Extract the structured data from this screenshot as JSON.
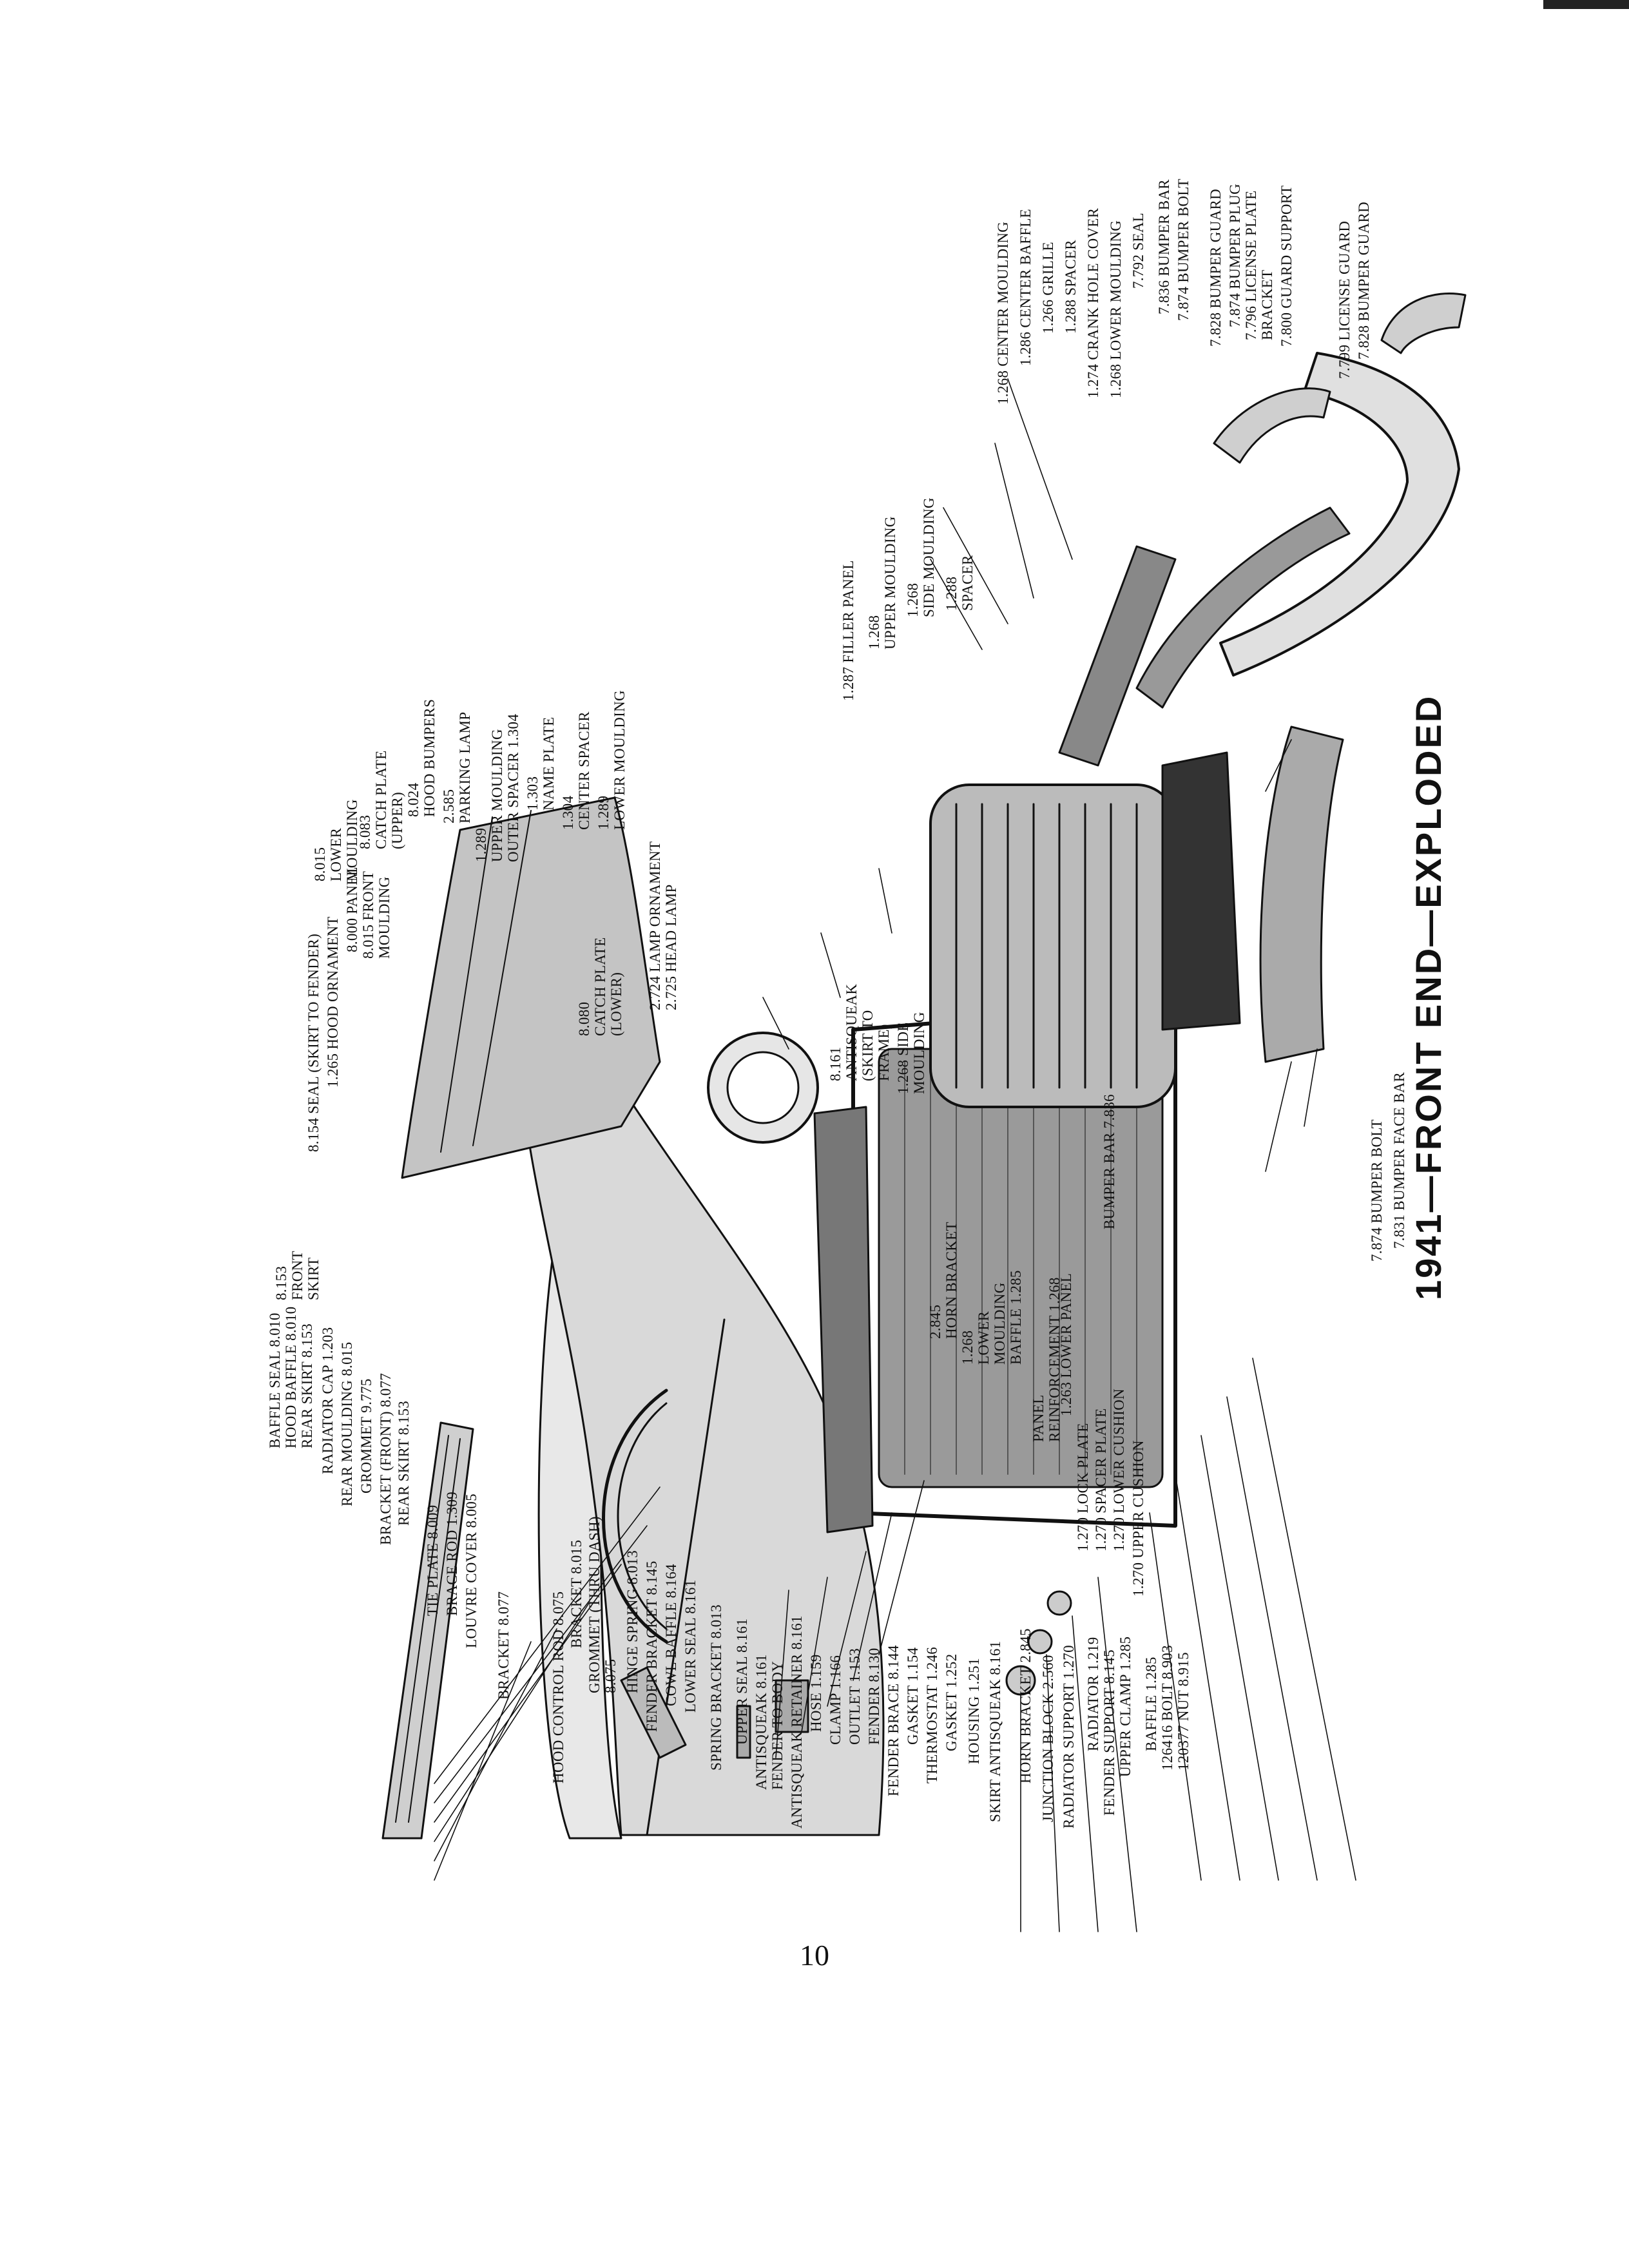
{
  "title": "1941—FRONT END—EXPLODED",
  "page_number": "10",
  "labels": [
    {
      "text": "BAFFLE SEAL 8.010"
    },
    {
      "text": "HOOD BAFFLE 8.010"
    },
    {
      "text": "REAR SKIRT 8.153"
    },
    {
      "text": "RADIATOR CAP 1.203"
    },
    {
      "text": "REAR MOULDING 8.015"
    },
    {
      "text": "GROMMET 9.775"
    },
    {
      "text": "BRACKET (FRONT) 8.077"
    },
    {
      "text": "REAR SKIRT 8.153"
    },
    {
      "text": "TIE PLATE 8.009"
    },
    {
      "text": "BRACE ROD 1.309"
    },
    {
      "text": "LOUVRE COVER 8.005"
    },
    {
      "text": "BRACKET 8.077"
    },
    {
      "text": "HOOD CONTROL ROD 8.075"
    },
    {
      "text": "BRACKET 8.015"
    },
    {
      "text": "GROMMET (THRU DASH)"
    },
    {
      "text": "8.075"
    },
    {
      "text": "HINGE SPRING 8.013"
    },
    {
      "text": "FENDER BRACKET 8.145"
    },
    {
      "text": "COWL BAFFLE 8.164"
    },
    {
      "text": "LOWER SEAL 8.161"
    },
    {
      "text": "SPRING BRACKET 8.013"
    },
    {
      "text": "UPPER SEAL 8.161"
    },
    {
      "text": "ANTISQUEAK 8.161"
    },
    {
      "text": "FENDER TO BODY"
    },
    {
      "text": "ANTISQUEAK RETAINER 8.161"
    },
    {
      "text": "HOSE 1.159"
    },
    {
      "text": "CLAMP 1.166"
    },
    {
      "text": "OUTLET 1.153"
    },
    {
      "text": "FENDER 8.130"
    },
    {
      "text": "FENDER BRACE 8.144"
    },
    {
      "text": "GASKET 1.154"
    },
    {
      "text": "THERMOSTAT 1.246"
    },
    {
      "text": "GASKET 1.252"
    },
    {
      "text": "HOUSING 1.251"
    },
    {
      "text": "SKIRT ANTISQUEAK 8.161"
    },
    {
      "text": "HORN BRACKET 2.845"
    },
    {
      "text": "JUNCTION BLOCK 2.560"
    },
    {
      "text": "RADIATOR SUPPORT 1.270"
    },
    {
      "text": "RADIATOR 1.219"
    },
    {
      "text": "FENDER SUPPORT 8.145"
    },
    {
      "text": "UPPER CLAMP 1.285"
    },
    {
      "text": "BAFFLE 1.285"
    },
    {
      "text": "126416 BOLT 8.903"
    },
    {
      "text": "120377 NUT 8.915"
    },
    {
      "text": "1.270 UPPER CUSHION"
    },
    {
      "text": "1.270 LOWER CUSHION"
    },
    {
      "text": "1.270 SPACER PLATE"
    },
    {
      "text": "1.270 LOCK PLATE"
    },
    {
      "text": "PANEL"
    },
    {
      "text": "REINFORCEMENT 1.268"
    },
    {
      "text": "BAFFLE 1.285"
    },
    {
      "text": "1.268"
    },
    {
      "text": "LOWER"
    },
    {
      "text": "MOULDING"
    },
    {
      "text": "2.845"
    },
    {
      "text": "HORN BRACKET"
    },
    {
      "text": "1.263 LOWER PANEL"
    },
    {
      "text": "BUMPER BAR 7.836"
    },
    {
      "text": "7.874 BUMPER BOLT"
    },
    {
      "text": "7.831 BUMPER FACE BAR"
    },
    {
      "text": "8.153"
    },
    {
      "text": "FRONT"
    },
    {
      "text": "SKIRT"
    },
    {
      "text": "8.154 SEAL (SKIRT TO FENDER)"
    },
    {
      "text": "1.265 HOOD ORNAMENT"
    },
    {
      "text": "8.000 PANEL"
    },
    {
      "text": "8.015 FRONT"
    },
    {
      "text": "MOULDING"
    },
    {
      "text": "8.015"
    },
    {
      "text": "LOWER"
    },
    {
      "text": "MOULDING"
    },
    {
      "text": "8.083"
    },
    {
      "text": "CATCH PLATE"
    },
    {
      "text": "(UPPER)"
    },
    {
      "text": "8.024"
    },
    {
      "text": "HOOD BUMPERS"
    },
    {
      "text": "2.585"
    },
    {
      "text": "PARKING LAMP"
    },
    {
      "text": "1.289"
    },
    {
      "text": "UPPER MOULDING"
    },
    {
      "text": "OUTER SPACER 1.304"
    },
    {
      "text": "1.303"
    },
    {
      "text": "NAME PLATE"
    },
    {
      "text": "1.304"
    },
    {
      "text": "CENTER SPACER"
    },
    {
      "text": "1.289"
    },
    {
      "text": "LOWER MOULDING"
    },
    {
      "text": "8.080"
    },
    {
      "text": "CATCH PLATE"
    },
    {
      "text": "(LOWER)"
    },
    {
      "text": "2.724 LAMP ORNAMENT"
    },
    {
      "text": "2.725 HEAD LAMP"
    },
    {
      "text": "8.161"
    },
    {
      "text": "ANTISQUEAK"
    },
    {
      "text": "(SKIRT TO"
    },
    {
      "text": "FRAME)"
    },
    {
      "text": "1.268 SIDE"
    },
    {
      "text": "MOULDING"
    },
    {
      "text": "1.287 FILLER PANEL"
    },
    {
      "text": "1.268"
    },
    {
      "text": "UPPER MOULDING"
    },
    {
      "text": "1.268"
    },
    {
      "text": "SIDE MOULDING"
    },
    {
      "text": "1.288"
    },
    {
      "text": "SPACER"
    },
    {
      "text": "1.268 CENTER MOULDING"
    },
    {
      "text": "1.286 CENTER BAFFLE"
    },
    {
      "text": "1.266 GRILLE"
    },
    {
      "text": "1.288 SPACER"
    },
    {
      "text": "1.274 CRANK HOLE COVER"
    },
    {
      "text": "1.268 LOWER MOULDING"
    },
    {
      "text": "7.792 SEAL"
    },
    {
      "text": "7.836 BUMPER BAR"
    },
    {
      "text": "7.874 BUMPER BOLT"
    },
    {
      "text": "7.828 BUMPER GUARD"
    },
    {
      "text": "7.874 BUMPER PLUG"
    },
    {
      "text": "7.796 LICENSE PLATE"
    },
    {
      "text": "BRACKET"
    },
    {
      "text": "7.800 GUARD SUPPORT"
    },
    {
      "text": "7.799 LICENSE GUARD"
    },
    {
      "text": "7.828 BUMPER GUARD"
    }
  ]
}
